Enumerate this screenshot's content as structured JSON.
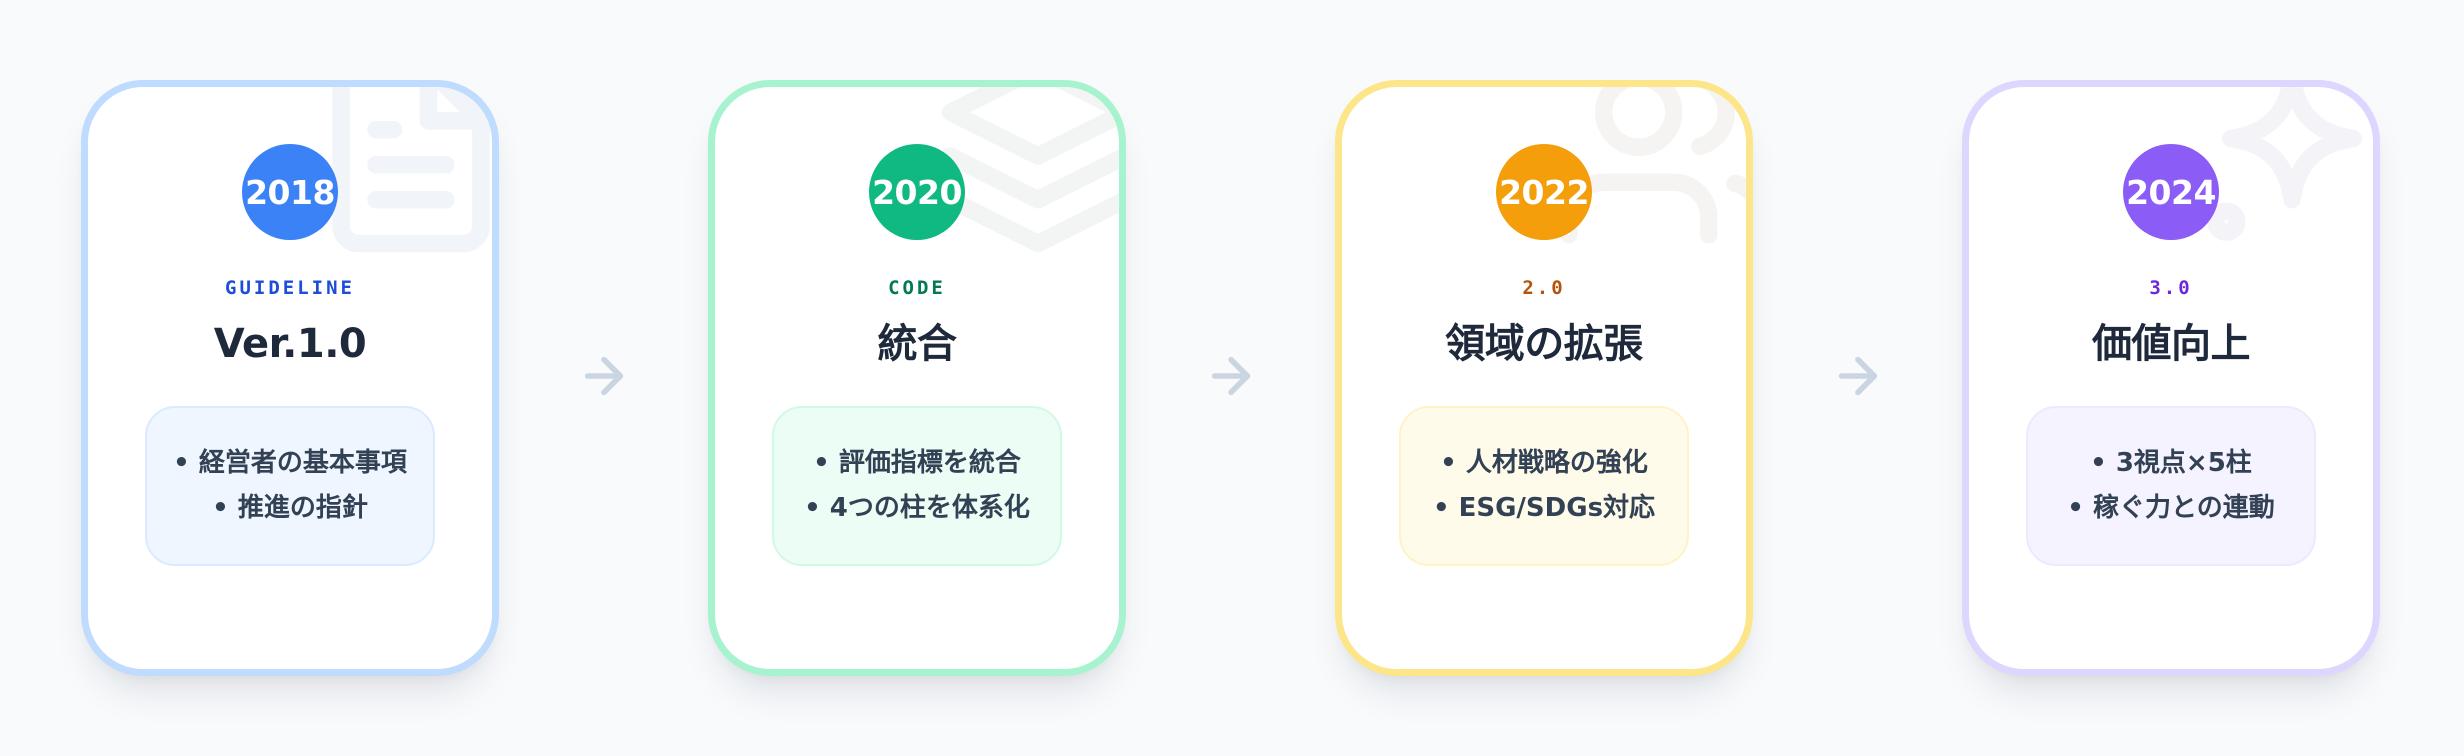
{
  "timeline": {
    "arrow_icon": "arrow-right-icon",
    "cards": [
      {
        "year": "2018",
        "tag": "GUIDELINE",
        "title": "Ver.1.0",
        "bullets": [
          "• 経営者の基本事項",
          "• 推進の指針"
        ],
        "bg_icon": "file-text-icon",
        "colors": {
          "accent": "#3b82f6",
          "border": "#bfdbfe",
          "tag": "#1d4ed8",
          "box_bg": "#eff6ff"
        }
      },
      {
        "year": "2020",
        "tag": "CODE",
        "title": "統合",
        "bullets": [
          "• 評価指標を統合",
          "• 4つの柱を体系化"
        ],
        "bg_icon": "layers-icon",
        "colors": {
          "accent": "#10b981",
          "border": "#a7f3d0",
          "tag": "#047857",
          "box_bg": "#ecfdf5"
        }
      },
      {
        "year": "2022",
        "tag": "2.0",
        "title": "領域の拡張",
        "bullets": [
          "• 人材戦略の強化",
          "• ESG/SDGs対応"
        ],
        "bg_icon": "users-icon",
        "colors": {
          "accent": "#f59e0b",
          "border": "#fde68a",
          "tag": "#b45309",
          "box_bg": "#fffbeb"
        }
      },
      {
        "year": "2024",
        "tag": "3.0",
        "title": "価値向上",
        "bullets": [
          "• 3視点×5柱",
          "• 稼ぐ力との連動"
        ],
        "bg_icon": "sparkles-icon",
        "colors": {
          "accent": "#8b5cf6",
          "border": "#ddd6fe",
          "tag": "#6d28d9",
          "box_bg": "#f5f3ff"
        }
      }
    ]
  }
}
